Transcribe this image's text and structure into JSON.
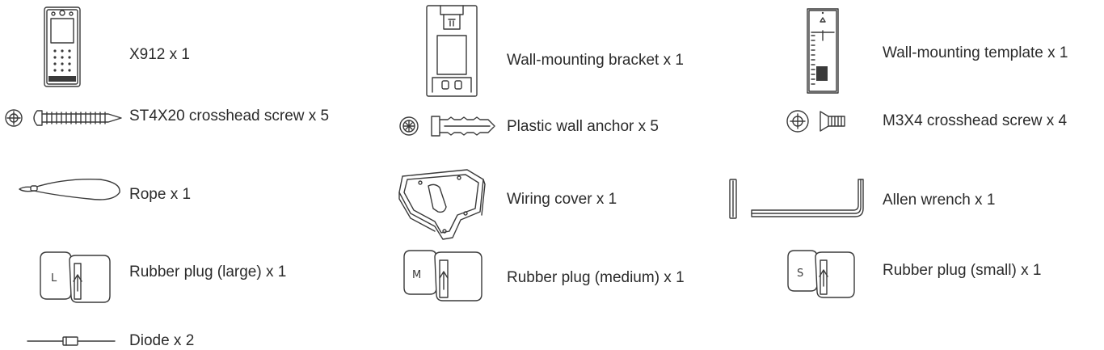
{
  "items": [
    {
      "label": "X912 x 1",
      "icon": "door-station-icon"
    },
    {
      "label": "Wall-mounting bracket x 1",
      "icon": "bracket-icon"
    },
    {
      "label": "Wall-mounting template x 1",
      "icon": "template-icon"
    },
    {
      "label": "ST4X20 crosshead screw x 5",
      "icon": "screw-icon"
    },
    {
      "label": "Plastic wall anchor x 5",
      "icon": "anchor-icon"
    },
    {
      "label": "M3X4 crosshead screw x 4",
      "icon": "small-screw-icon"
    },
    {
      "label": "Rope x 1",
      "icon": "rope-icon"
    },
    {
      "label": "Wiring cover x 1",
      "icon": "wiring-cover-icon"
    },
    {
      "label": "Allen wrench x 1",
      "icon": "allen-wrench-icon"
    },
    {
      "label": "Rubber plug (large) x 1",
      "icon": "rubber-plug-icon",
      "letter": "L"
    },
    {
      "label": "Rubber plug (medium) x 1",
      "icon": "rubber-plug-icon",
      "letter": "M"
    },
    {
      "label": "Rubber plug (small) x 1",
      "icon": "rubber-plug-icon",
      "letter": "S"
    },
    {
      "label": "Diode x 2",
      "icon": "diode-icon"
    }
  ]
}
